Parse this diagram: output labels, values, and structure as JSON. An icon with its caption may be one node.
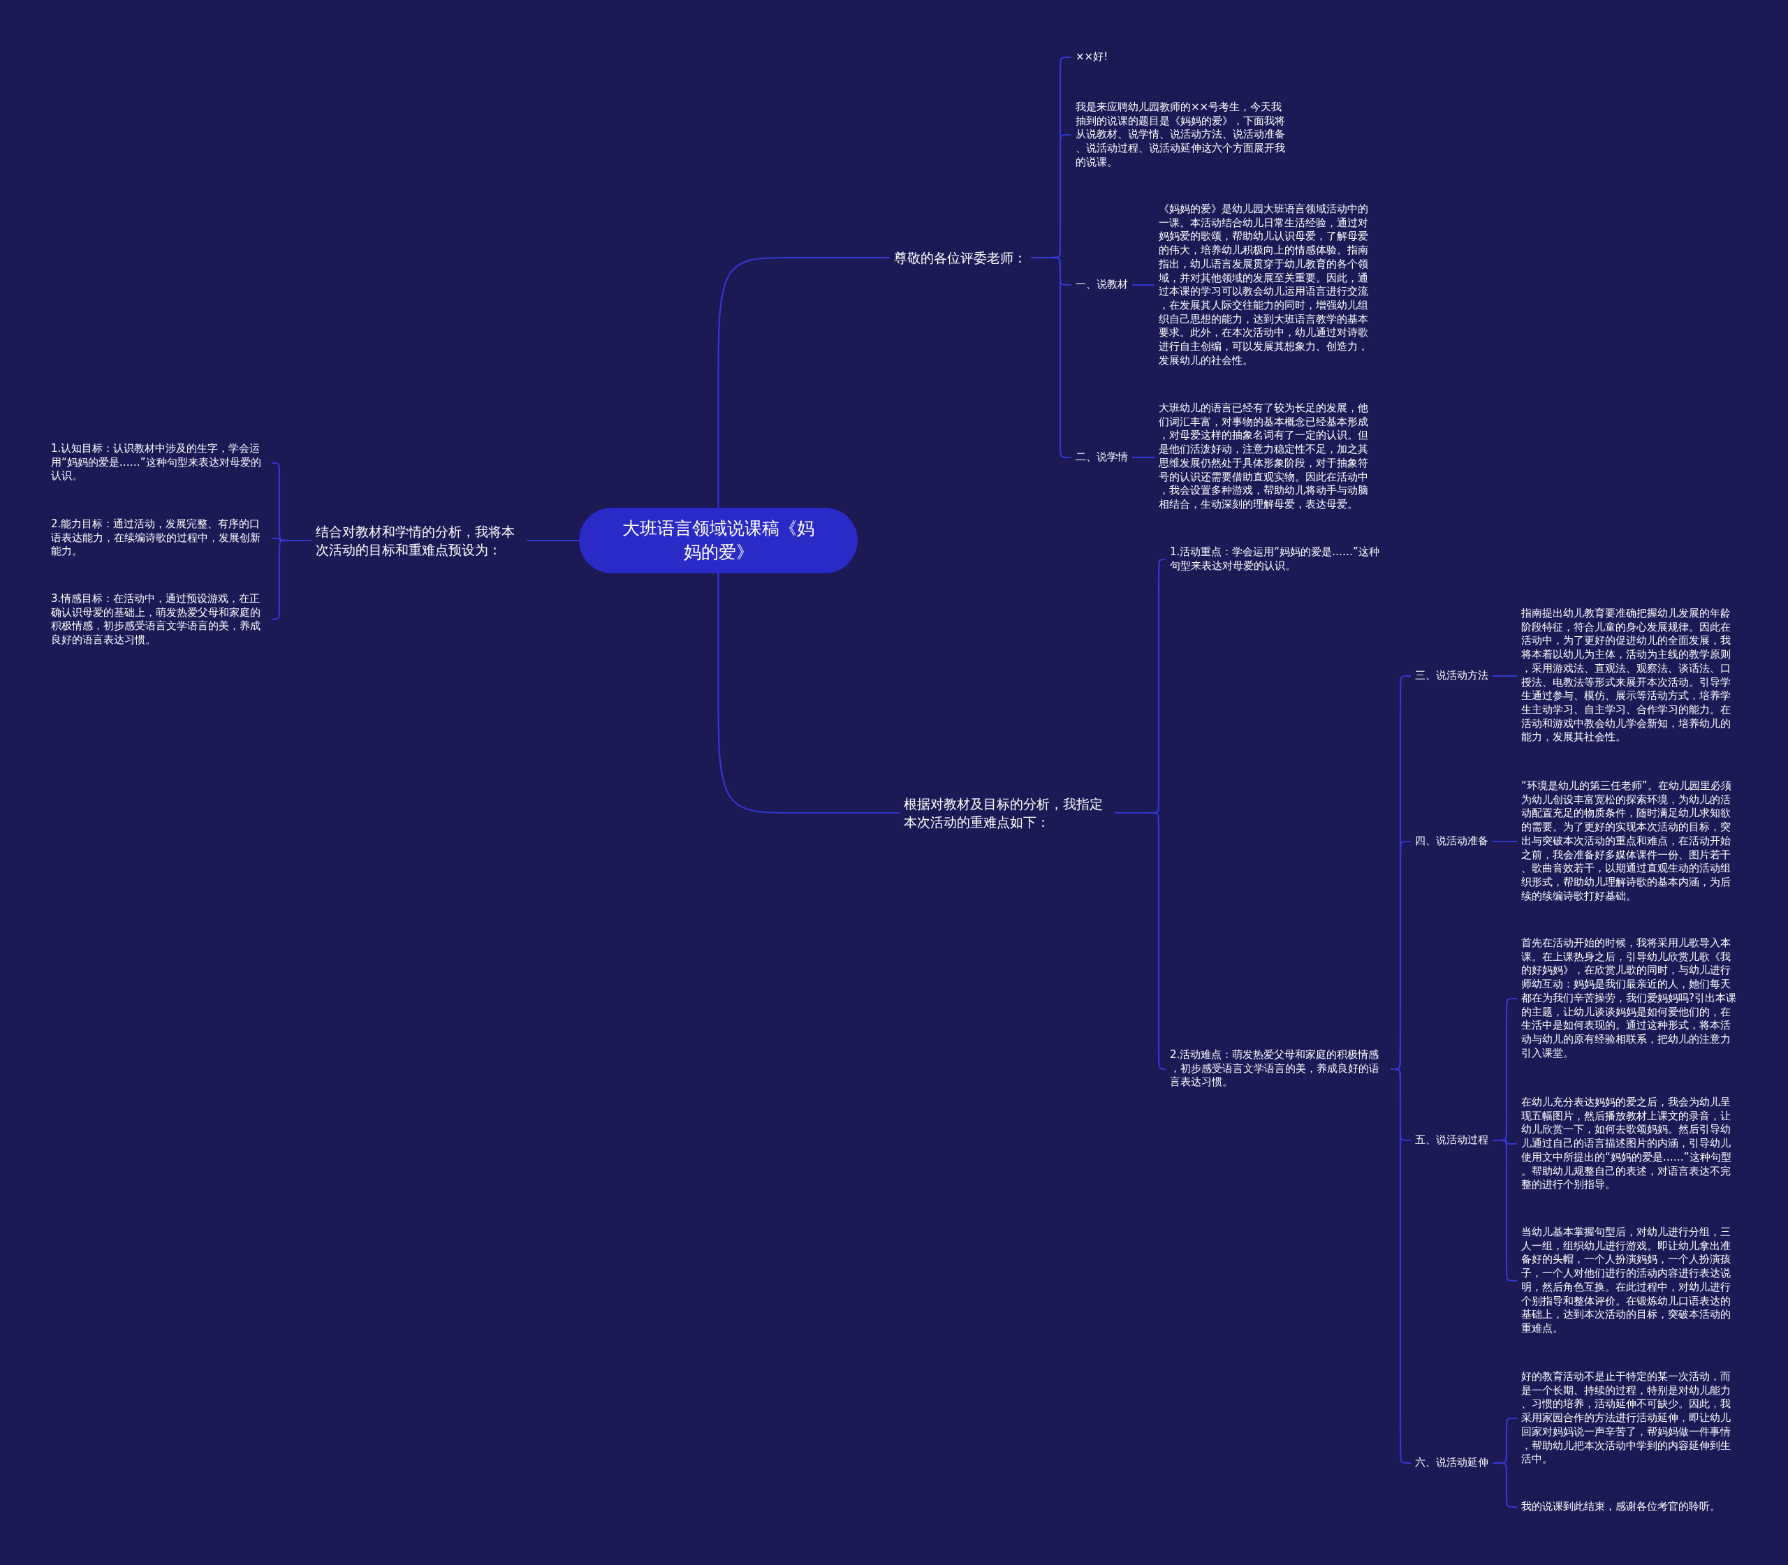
{
  "diagram": {
    "nodes": [
      {
        "text": [
          "大班语言领域说课稿《妈妈的爱》"
        ]
      },
      {
        "text": [
          "尊敬的各位评委老师："
        ]
      },
      {
        "text": [
          "××好!"
        ]
      },
      {
        "text": [
          "我是来应聘幼儿园教师的××号考生，今天我抽到的说课的题目是《妈妈的爱》，下面我将从说教材、说学情、说活动方法、说活动准备、说活动过程、说活动延伸这六个方面展开我的说课。"
        ]
      },
      {
        "text": [
          "一、说教材"
        ]
      },
      {
        "text": [
          "《妈妈的爱》是幼儿园大班语言领域活动中的一课。本活动结合幼儿日常生活经验，通过对妈妈爱的歌颂，帮助幼儿认识母爱，了解母爱的伟大，培养幼儿积极向上的情感体验。指南指出，幼儿语言发展贯穿于幼儿教育的各个领域，并对其他领域的发展至关重要。因此，通过本课的学习可以教会幼儿运用语言进行交流，在发展其人际交往能力的同时，增强幼儿组织自己思想的能力，达到大班语言教学的基本要求。此外，在本次活动中，幼儿通过对诗歌进行自主创编，可以发展其想象力、创造力，发展幼儿的社会性。"
        ]
      },
      {
        "text": [
          "二、说学情"
        ]
      },
      {
        "text": [
          "大班幼儿的语言已经有了较为长足的发展，他们词汇丰富，对事物的基本概念已经基本形成，对母爱这样的抽象名词有了一定的认识。但是他们活泼好动，注意力稳定性不足，加之其思维发展仍然处于具体形象阶段，对于抽象符号的认识还需要借助直观实物。因此在活动中，我会设置多种游戏，帮助幼儿将动手与动脑相结合，生动深刻的理解母爱，表达母爱。"
        ]
      },
      {
        "text": [
          "结合对教材和学情的分析，我将本次活动的目标和重难点预设为："
        ]
      },
      {
        "text": [
          "1.认知目标：认识教材中涉及的生字，学会运用“妈妈的爱是……”这种句型来表达对母爱的认识。"
        ]
      },
      {
        "text": [
          "2.能力目标：通过活动，发展完整、有序的口语表达能力，在续编诗歌的过程中，发展创新能力。"
        ]
      },
      {
        "text": [
          "3.情感目标：在活动中，通过预设游戏，在正确认识母爱的基础上，萌发热爱父母和家庭的积极情感，初步感受语言文学语言的美，养成良好的语言表达习惯。"
        ]
      },
      {
        "text": [
          "根据对教材及目标的分析，我指定本次活动的重难点如下："
        ]
      },
      {
        "text": [
          "1.活动重点：学会运用“妈妈的爱是……”这种句型来表达对母爱的认识。"
        ]
      },
      {
        "text": [
          "2.活动难点：萌发热爱父母和家庭的积极情感，初步感受语言文学语言的美，养成良好的语言表达习惯。"
        ]
      },
      {
        "text": [
          "三、说活动方法"
        ]
      },
      {
        "text": [
          "指南提出幼儿教育要准确把握幼儿发展的年龄阶段特征，符合儿童的身心发展规律。因此在活动中，为了更好的促进幼儿的全面发展，我将本着以幼儿为主体，活动为主线的教学原则，采用游戏法、直观法、观察法、谈话法、口授法、电教法等形式来展开本次活动。引导学生通过参与、模仿、展示等活动方式，培养学生主动学习、自主学习、合作学习的能力。在活动和游戏中教会幼儿学会新知，培养幼儿的能力，发展其社会性。"
        ]
      },
      {
        "text": [
          "四、说活动准备"
        ]
      },
      {
        "text": [
          "“环境是幼儿的第三任老师”。在幼儿园里必须为幼儿创设丰富宽松的探索环境，为幼儿的活动配置充足的物质条件，随时满足幼儿求知欲的需要。为了更好的实现本次活动的目标，突出与突破本次活动的重点和难点，在活动开始之前，我会准备好多媒体课件一份、图片若干、歌曲音效若干，以期通过直观生动的活动组织形式，帮助幼儿理解诗歌的基本内涵，为后续的续编诗歌打好基础。"
        ]
      },
      {
        "text": [
          "五、说活动过程"
        ]
      },
      {
        "text": [
          "首先在活动开始的时候，我将采用儿歌导入本课。在上课热身之后，引导幼儿欣赏儿歌《我的好妈妈》，在欣赏儿歌的同时，与幼儿进行师幼互动：妈妈是我们最亲近的人，她们每天都在为我们辛苦操劳，我们爱妈妈吗?引出本课的主题，让幼儿谈谈妈妈是如何爱他们的，在生活中是如何表现的。通过这种形式，将本活动与幼儿的原有经验相联系，把幼儿的注意力引入课堂。"
        ]
      },
      {
        "text": [
          "在幼儿充分表达妈妈的爱之后，我会为幼儿呈现五幅图片，然后播放教材上课文的录音，让幼儿欣赏一下，如何去歌颂妈妈。然后引导幼儿通过自己的语言描述图片的内涵，引导幼儿使用文中所提出的“妈妈的爱是……”这种句型。帮助幼儿规整自己的表述，对语言表达不完整的进行个别指导。"
        ]
      },
      {
        "text": [
          "当幼儿基本掌握句型后，对幼儿进行分组，三人一组，组织幼儿进行游戏。即让幼儿拿出准备好的头帽，一个人扮演妈妈，一个人扮演孩子，一个人对他们进行的活动内容进行表达说明，然后角色互换。在此过程中，对幼儿进行个别指导和整体评价。在锻炼幼儿口语表达的基础上，达到本次活动的目标，突破本活动的重难点。"
        ]
      },
      {
        "text": [
          "六、说活动延伸"
        ]
      },
      {
        "text": [
          "好的教育活动不是止于特定的某一次活动，而是一个长期、持续的过程，特别是对幼儿能力、习惯的培养，活动延伸不可缺少。因此，我采用家园合作的方法进行活动延伸，即让幼儿回家对妈妈说一声辛苦了，帮妈妈做一件事情，帮助幼儿把本次活动中学到的内容延伸到生活中。"
        ]
      },
      {
        "text": [
          "我的说课到此结束，感谢各位考官的聆听。"
        ]
      }
    ],
    "edges": [
      {
        "from": 0,
        "to": 1,
        "arrow": "none"
      },
      {
        "from": 1,
        "to": 2,
        "arrow": "none"
      },
      {
        "from": 1,
        "to": 3,
        "arrow": "none"
      },
      {
        "from": 1,
        "to": 4,
        "arrow": "none"
      },
      {
        "from": 4,
        "to": 5,
        "arrow": "none"
      },
      {
        "from": 1,
        "to": 6,
        "arrow": "none"
      },
      {
        "from": 6,
        "to": 7,
        "arrow": "none"
      },
      {
        "from": 0,
        "to": 8,
        "arrow": "none"
      },
      {
        "from": 8,
        "to": 9,
        "arrow": "none"
      },
      {
        "from": 8,
        "to": 10,
        "arrow": "none"
      },
      {
        "from": 8,
        "to": 11,
        "arrow": "none"
      },
      {
        "from": 0,
        "to": 12,
        "arrow": "none"
      },
      {
        "from": 12,
        "to": 13,
        "arrow": "none"
      },
      {
        "from": 12,
        "to": 14,
        "arrow": "none"
      },
      {
        "from": 14,
        "to": 15,
        "arrow": "none"
      },
      {
        "from": 15,
        "to": 16,
        "arrow": "none"
      },
      {
        "from": 14,
        "to": 17,
        "arrow": "none"
      },
      {
        "from": 17,
        "to": 18,
        "arrow": "none"
      },
      {
        "from": 14,
        "to": 19,
        "arrow": "none"
      },
      {
        "from": 19,
        "to": 20,
        "arrow": "none"
      },
      {
        "from": 19,
        "to": 21,
        "arrow": "none"
      },
      {
        "from": 19,
        "to": 22,
        "arrow": "none"
      },
      {
        "from": 14,
        "to": 23,
        "arrow": "none"
      },
      {
        "from": 23,
        "to": 24,
        "arrow": "none"
      },
      {
        "from": 23,
        "to": 25,
        "arrow": "none"
      }
    ]
  }
}
